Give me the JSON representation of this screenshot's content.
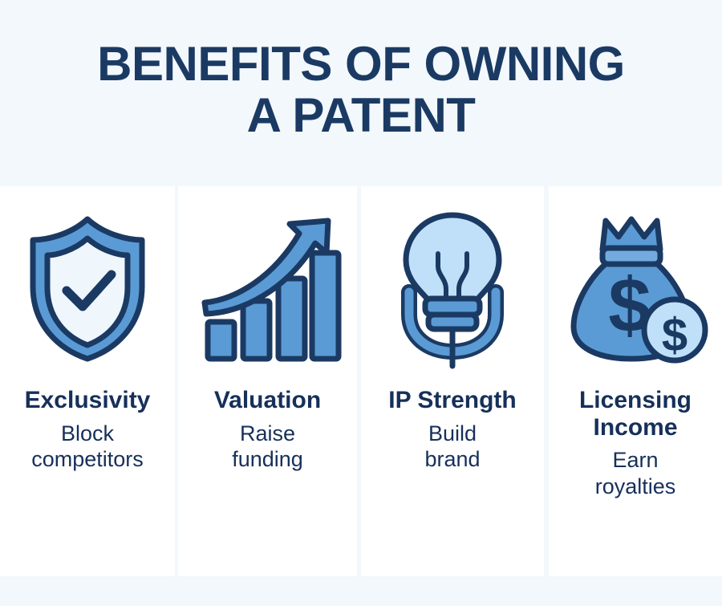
{
  "poster": {
    "background_color": "#F2F8FC",
    "card_background_color": "#FFFFFF",
    "title": {
      "line1": "BENEFITS OF OWNING",
      "line2": "A PATENT",
      "color": "#1B3A63"
    }
  },
  "palette": {
    "navy_dark": "#16305A",
    "navy_title": "#1B3A63",
    "blue_mid": "#5B9BD5",
    "blue_light": "#A8D4F5",
    "blue_pale": "#EFF6FC",
    "stroke": "#1B3A63"
  },
  "cards": [
    {
      "icon": "shield-check-icon",
      "title": "Exclusivity",
      "desc_line1": "Block",
      "desc_line2": "competitors"
    },
    {
      "icon": "growth-bar-chart-icon",
      "title": "Valuation",
      "desc_line1": "Raise",
      "desc_line2": "funding"
    },
    {
      "icon": "lightbulb-icon",
      "title": "IP Strength",
      "desc_line1": "Build",
      "desc_line2": "brand"
    },
    {
      "icon": "money-bag-icon",
      "title_line1": "Licensing",
      "title_line2": "Income",
      "desc_line1": "Earn",
      "desc_line2": "royalties"
    }
  ]
}
